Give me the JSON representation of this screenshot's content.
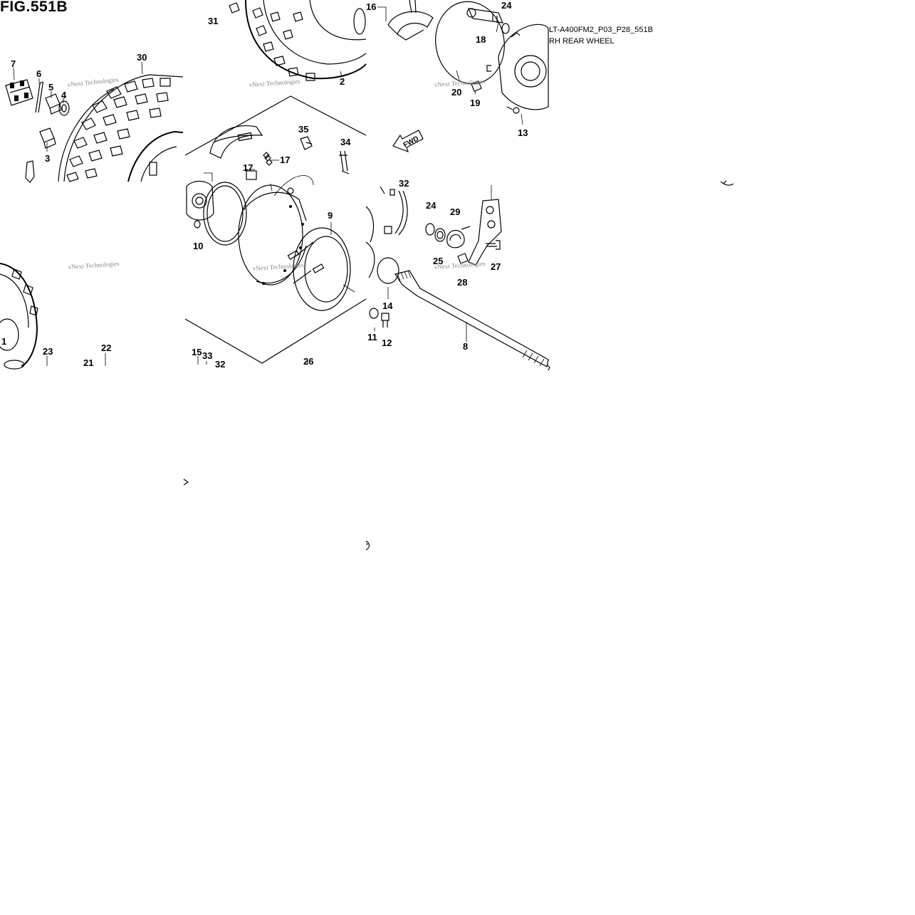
{
  "figure": {
    "title": "FIG.551B",
    "code": "LT-A400FM2_P03_P28_551B",
    "caption": "RH REAR WHEEL",
    "fwd_label": "FWD",
    "watermark": "vNext Technologies"
  },
  "callouts": [
    {
      "id": "c31",
      "label": "31"
    },
    {
      "id": "c16",
      "label": "16"
    },
    {
      "id": "c24a",
      "label": "24"
    },
    {
      "id": "c18",
      "label": "18"
    },
    {
      "id": "c2",
      "label": "2"
    },
    {
      "id": "c20",
      "label": "20"
    },
    {
      "id": "c19",
      "label": "19"
    },
    {
      "id": "c13",
      "label": "13"
    },
    {
      "id": "c7",
      "label": "7"
    },
    {
      "id": "c6",
      "label": "6"
    },
    {
      "id": "c5",
      "label": "5"
    },
    {
      "id": "c4",
      "label": "4"
    },
    {
      "id": "c3",
      "label": "3"
    },
    {
      "id": "c30",
      "label": "30"
    },
    {
      "id": "c35",
      "label": "35"
    },
    {
      "id": "c34",
      "label": "34"
    },
    {
      "id": "c17a",
      "label": "17"
    },
    {
      "id": "c17b",
      "label": "17"
    },
    {
      "id": "c10",
      "label": "10"
    },
    {
      "id": "c9",
      "label": "9"
    },
    {
      "id": "c32a",
      "label": "32"
    },
    {
      "id": "c24b",
      "label": "24"
    },
    {
      "id": "c29",
      "label": "29"
    },
    {
      "id": "c25",
      "label": "25"
    },
    {
      "id": "c27",
      "label": "27"
    },
    {
      "id": "c28",
      "label": "28"
    },
    {
      "id": "c14",
      "label": "14"
    },
    {
      "id": "c11",
      "label": "11"
    },
    {
      "id": "c12",
      "label": "12"
    },
    {
      "id": "c8",
      "label": "8"
    },
    {
      "id": "c1",
      "label": "1"
    },
    {
      "id": "c23",
      "label": "23"
    },
    {
      "id": "c22",
      "label": "22"
    },
    {
      "id": "c21",
      "label": "21"
    },
    {
      "id": "c15",
      "label": "15"
    },
    {
      "id": "c33",
      "label": "33"
    },
    {
      "id": "c32b",
      "label": "32"
    },
    {
      "id": "c26",
      "label": "26"
    }
  ]
}
